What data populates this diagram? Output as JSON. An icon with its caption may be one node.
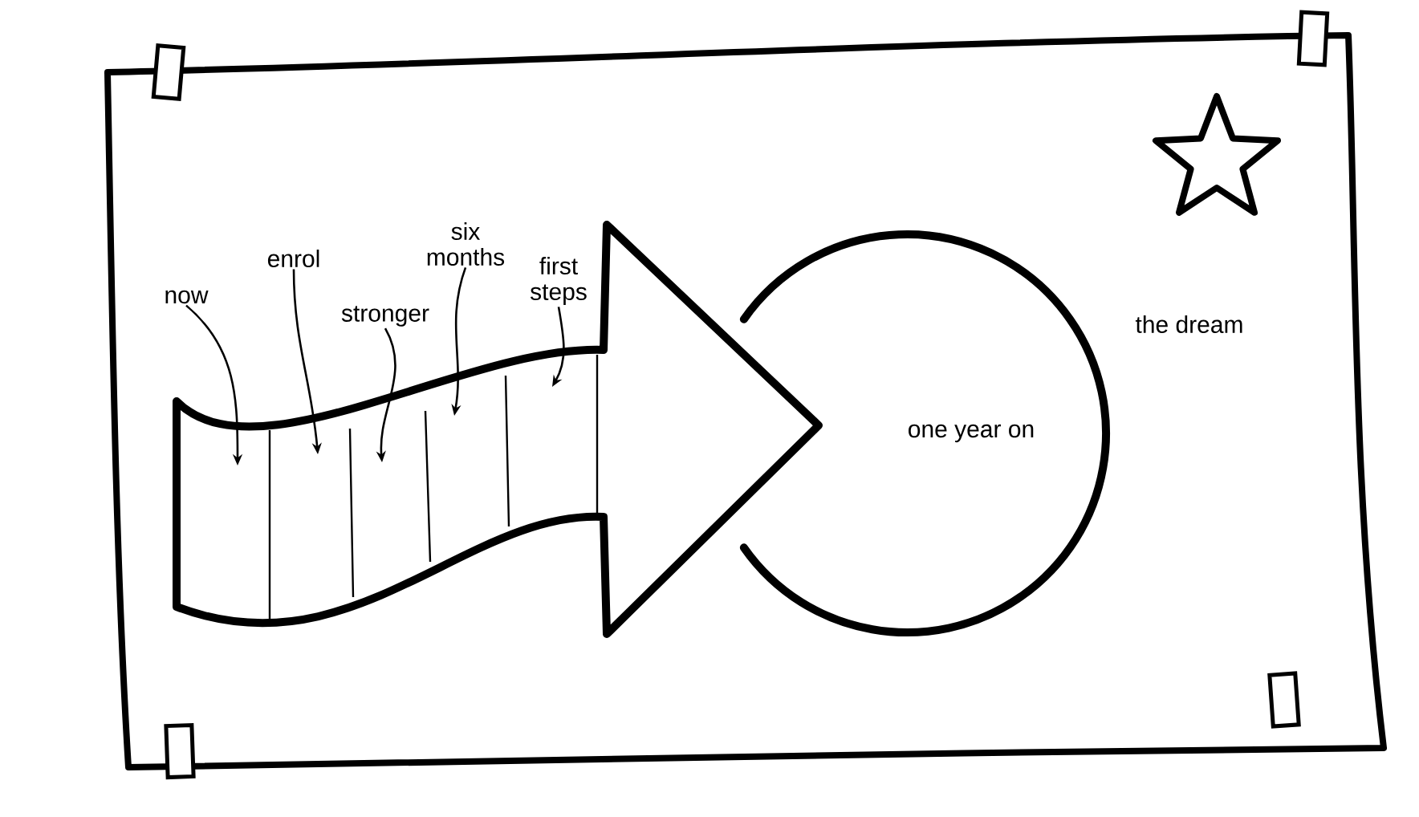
{
  "diagram": {
    "nodes": [
      {
        "text": [
          "now"
        ]
      },
      {
        "text": [
          "enrol"
        ]
      },
      {
        "text": [
          "stronger"
        ]
      },
      {
        "text": [
          "six months"
        ]
      },
      {
        "text": [
          "first steps"
        ]
      },
      {
        "text": [
          "one year on"
        ]
      }
    ],
    "edges": [
      {
        "from": 0,
        "to": null,
        "arrow": "to"
      },
      {
        "from": 1,
        "to": null,
        "arrow": "to"
      },
      {
        "from": 2,
        "to": null,
        "arrow": "to"
      },
      {
        "from": 3,
        "to": null,
        "arrow": "to"
      },
      {
        "from": 4,
        "to": null,
        "arrow": "to"
      }
    ],
    "labels": [
      "the dream"
    ]
  }
}
